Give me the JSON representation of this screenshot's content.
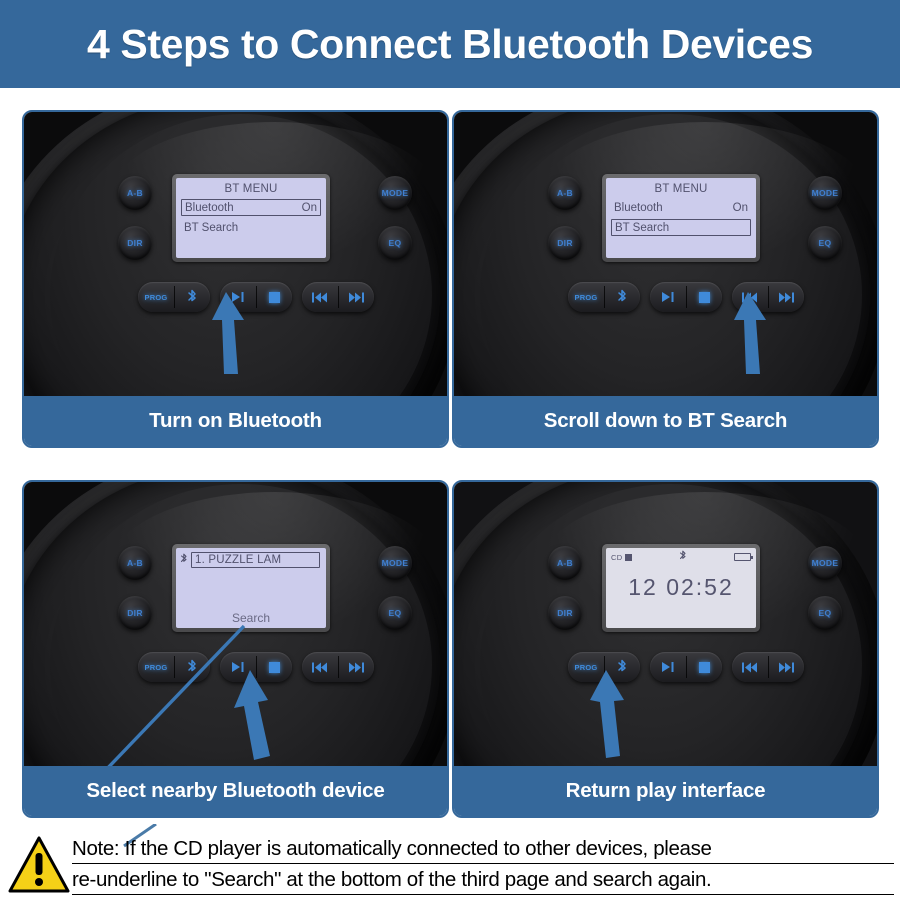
{
  "header": {
    "title": "4 Steps to Connect Bluetooth Devices"
  },
  "colors": {
    "brand_blue": "#35689b",
    "arrow_blue": "#3b78b5",
    "lcd_background": "#ccccec",
    "lcd_text": "#51516d",
    "button_glow": "#3f8ada",
    "warning_yellow": "#f5d117"
  },
  "device": {
    "side_buttons": {
      "a_b": "A-B",
      "dir": "DIR",
      "mode": "MODE",
      "eq": "EQ"
    },
    "transport_buttons": {
      "prog": "PROG",
      "bluetooth": "bluetooth-icon",
      "play_pause": "play-pause-icon",
      "stop": "stop-icon",
      "previous": "previous-track-icon",
      "next": "next-track-icon"
    }
  },
  "steps": [
    {
      "index": 1,
      "caption": "Turn on Bluetooth",
      "arrow_target": "bluetooth-button",
      "screen": {
        "type": "bt-menu",
        "title": "BT MENU",
        "rows": [
          {
            "label": "Bluetooth",
            "value": "On",
            "selected": true
          },
          {
            "label": "BT Search",
            "value": "",
            "selected": false
          }
        ]
      }
    },
    {
      "index": 2,
      "caption": "Scroll down to BT Search",
      "arrow_target": "next-track-button",
      "screen": {
        "type": "bt-menu",
        "title": "BT MENU",
        "rows": [
          {
            "label": "Bluetooth",
            "value": "On",
            "selected": false
          },
          {
            "label": "BT Search",
            "value": "",
            "selected": true
          }
        ]
      }
    },
    {
      "index": 3,
      "caption": "Select nearby Bluetooth device",
      "arrow_target": "play-pause-button",
      "screen": {
        "type": "device-list",
        "bt_icon": "bluetooth-icon",
        "device_name": "1. PUZZLE LAM",
        "footer_label": "Search"
      }
    },
    {
      "index": 4,
      "caption": "Return play interface",
      "arrow_target": "bluetooth-button",
      "screen": {
        "type": "play-interface",
        "source": "CD",
        "bt_icon": "bluetooth-icon",
        "battery_icon": "battery-icon",
        "track": "12",
        "time": "02:52"
      }
    }
  ],
  "note": {
    "line1": "Note: If the CD player is automatically connected to other devices, please",
    "line2": "re-underline to \"Search\" at the bottom of the third page and search again."
  }
}
